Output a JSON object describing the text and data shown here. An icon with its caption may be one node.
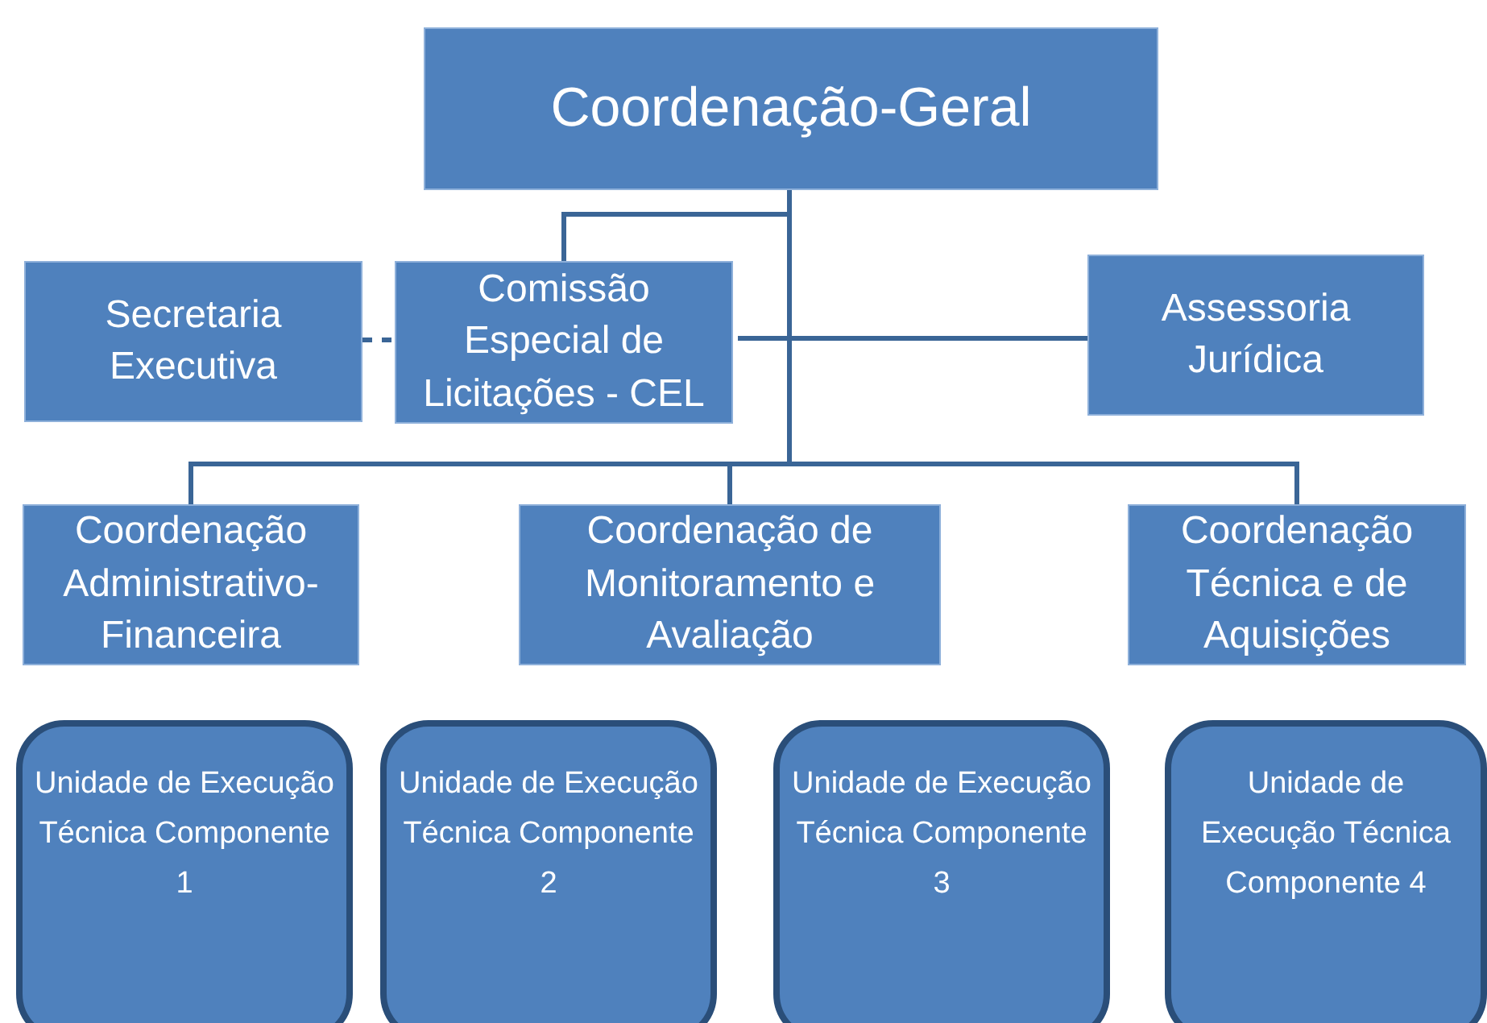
{
  "diagram": {
    "nodes": [
      {
        "text": [
          "Coordenação-Geral"
        ]
      },
      {
        "text": [
          "Secretaria Executiva"
        ]
      },
      {
        "text": [
          "Comissão Especial de Licitações - CEL"
        ]
      },
      {
        "text": [
          "Assessoria Jurídica"
        ]
      },
      {
        "text": [
          "Coordenação Administrativo-Financeira"
        ]
      },
      {
        "text": [
          "Coordenação de Monitoramento e Avaliação"
        ]
      },
      {
        "text": [
          "Coordenação Técnica e de Aquisições"
        ]
      },
      {
        "text": [
          "Unidade de Execução Técnica Componente 1"
        ]
      },
      {
        "text": [
          "Unidade de Execução Técnica Componente 2"
        ]
      },
      {
        "text": [
          "Unidade de Execução Técnica Componente 3"
        ]
      },
      {
        "text": [
          "Unidade de Execução Técnica Componente 4"
        ]
      }
    ],
    "edges": [
      {
        "from": 0,
        "to": 2,
        "arrow": "none"
      },
      {
        "from": 0,
        "to": 3,
        "arrow": "none"
      },
      {
        "from": 1,
        "to": 2,
        "arrow": "none",
        "style": "dashed"
      },
      {
        "from": 0,
        "to": 4,
        "arrow": "none"
      },
      {
        "from": 0,
        "to": 5,
        "arrow": "none"
      },
      {
        "from": 0,
        "to": 6,
        "arrow": "none"
      }
    ]
  }
}
